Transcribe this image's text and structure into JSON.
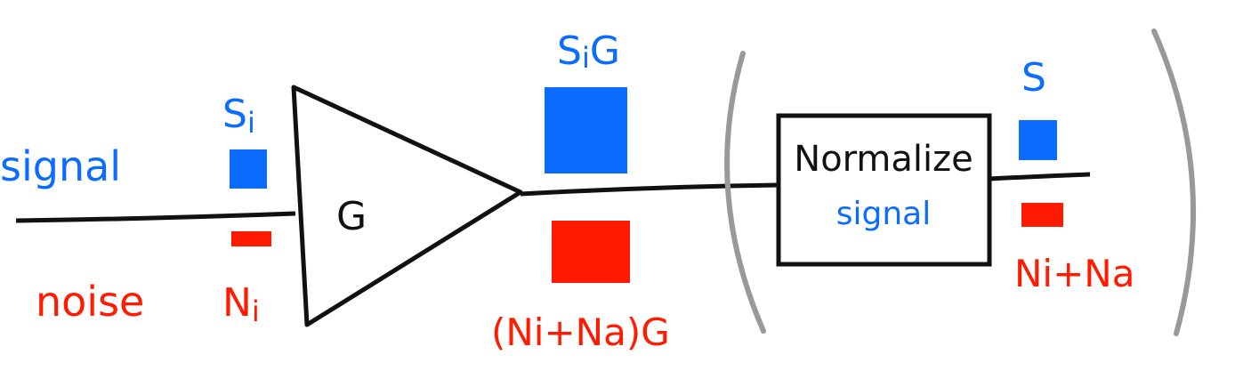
{
  "colors": {
    "signal": "#0b6cff",
    "noise": "#ff1a00",
    "line": "#111111",
    "bracket": "#999999"
  },
  "input": {
    "signal_label": "signal",
    "noise_label": "noise",
    "signal_symbol": "S",
    "signal_sub": "i",
    "noise_symbol": "N",
    "noise_sub": "i"
  },
  "amplifier": {
    "label": "G"
  },
  "amplified": {
    "signal_label": "S",
    "signal_sub": "i",
    "signal_suffix": "G",
    "noise_label": "(Ni+Na)G"
  },
  "normalize": {
    "title": "Normalize",
    "subtitle": "signal"
  },
  "output": {
    "signal_label": "S",
    "noise_label": "Ni+Na"
  }
}
